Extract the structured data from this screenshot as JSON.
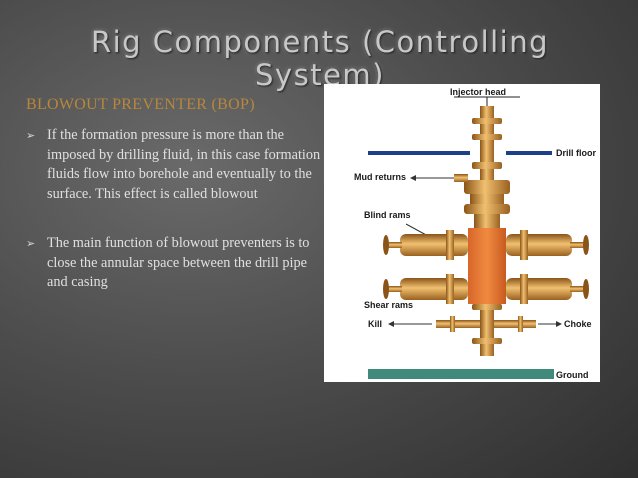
{
  "slide": {
    "title": "Rig Components (Controlling System)",
    "subtitle": "BLOWOUT PREVENTER (BOP)",
    "bullets": [
      {
        "marker": "➢",
        "text": "If the formation pressure is more than the imposed by drilling fluid, in this case formation fluids flow into borehole and eventually to the surface. This effect is called blowout"
      },
      {
        "marker": "➢",
        "text": "The main function of blowout preventers is to close the annular space between the drill pipe and casing"
      }
    ]
  },
  "figure": {
    "labels": {
      "injector_head": "Injector head",
      "drill_floor": "Drill floor",
      "mud_returns": "Mud returns",
      "blind_rams": "Blind rams",
      "shear_rams": "Shear rams",
      "kill": "Kill",
      "choke": "Choke",
      "ground": "Ground"
    },
    "colors": {
      "body": "#c8842c",
      "dark": "#8a5418",
      "light": "#f0c070",
      "floor": "#1f3f8a",
      "ground": "#3f8a7a"
    }
  }
}
